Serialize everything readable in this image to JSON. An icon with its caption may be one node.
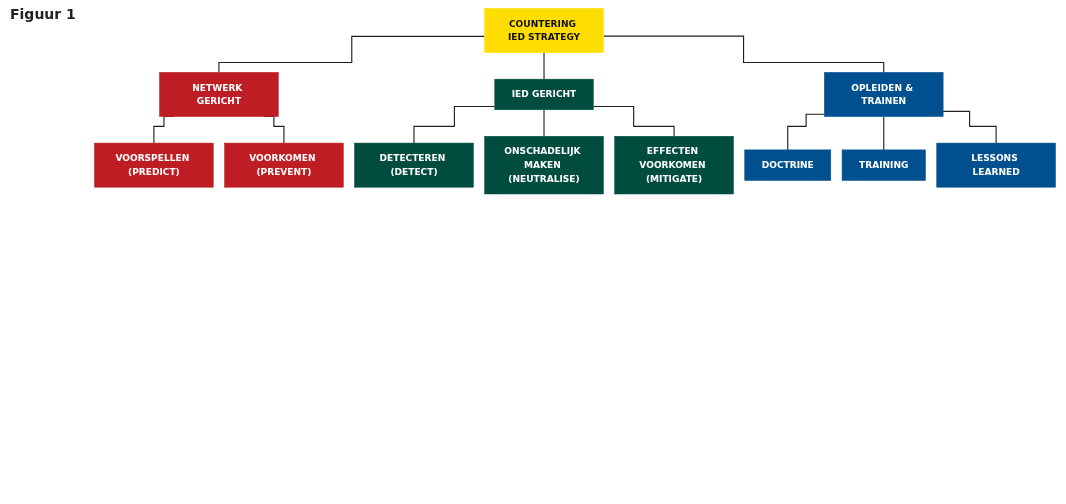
{
  "diagram": {
    "title": "Figuur 1",
    "nodes": [
      {
        "text": [
          "COUNTERING IED STRATEGY"
        ]
      },
      {
        "text": [
          "NETWERK GERICHT"
        ]
      },
      {
        "text": [
          "IED GERICHT"
        ]
      },
      {
        "text": [
          "OPLEIDEN & TRAINEN"
        ]
      },
      {
        "text": [
          "VOORSPELLEN (PREDICT)"
        ]
      },
      {
        "text": [
          "VOORKOMEN (PREVENT)"
        ]
      },
      {
        "text": [
          "DETECTEREN (DETECT)"
        ]
      },
      {
        "text": [
          "ONSCHADELIJK MAKEN (NEUTRALISE)"
        ]
      },
      {
        "text": [
          "EFFECTEN VOORKOMEN (MITIGATE)"
        ]
      },
      {
        "text": [
          "DOCTRINE"
        ]
      },
      {
        "text": [
          "TRAINING"
        ]
      },
      {
        "text": [
          "LESSONS LEARNED"
        ]
      }
    ],
    "edges": [
      {
        "from": 0,
        "to": 1,
        "arrow": "none"
      },
      {
        "from": 0,
        "to": 2,
        "arrow": "none"
      },
      {
        "from": 0,
        "to": 3,
        "arrow": "none"
      },
      {
        "from": 1,
        "to": 4,
        "arrow": "none"
      },
      {
        "from": 1,
        "to": 5,
        "arrow": "none"
      },
      {
        "from": 2,
        "to": 6,
        "arrow": "none"
      },
      {
        "from": 2,
        "to": 7,
        "arrow": "none"
      },
      {
        "from": 2,
        "to": 8,
        "arrow": "none"
      },
      {
        "from": 3,
        "to": 9,
        "arrow": "none"
      },
      {
        "from": 3,
        "to": 10,
        "arrow": "none"
      },
      {
        "from": 3,
        "to": 11,
        "arrow": "none"
      }
    ]
  }
}
